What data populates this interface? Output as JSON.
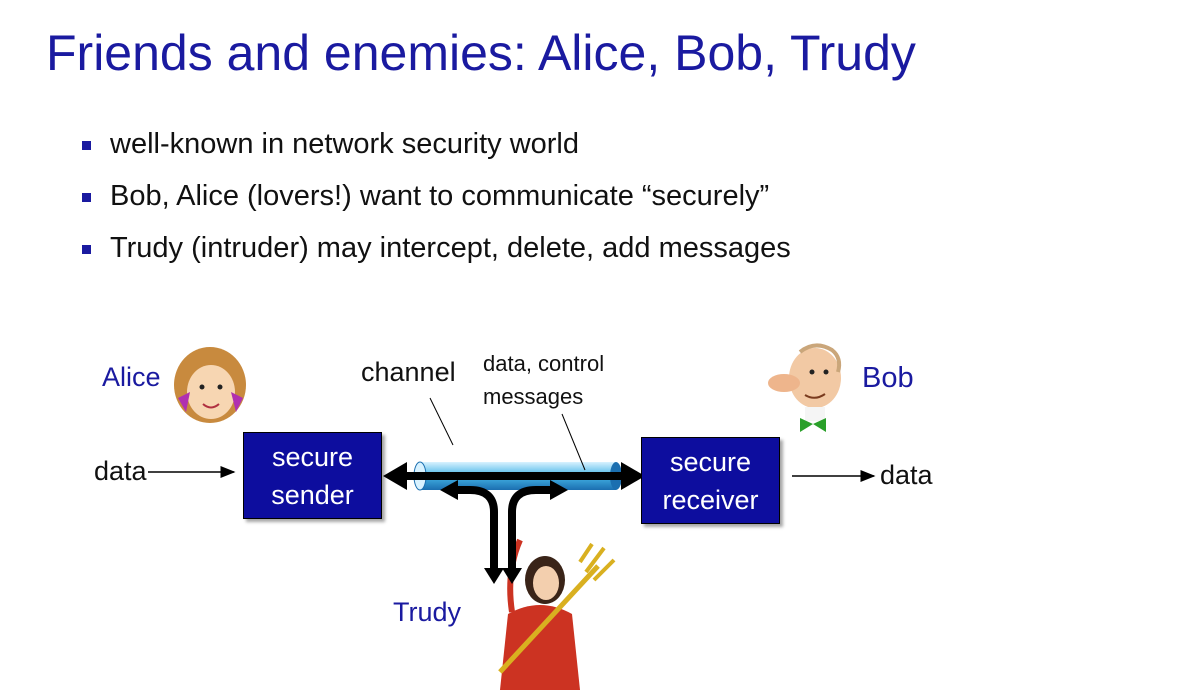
{
  "title": "Friends and enemies: Alice, Bob, Trudy",
  "bullets": [
    "well-known in network security world",
    "Bob, Alice (lovers!) want to communicate “securely”",
    "Trudy (intruder) may intercept, delete, add messages"
  ],
  "diagram": {
    "alice_label": "Alice",
    "bob_label": "Bob",
    "trudy_label": "Trudy",
    "channel_label": "channel",
    "messages_label_line1": "data, control",
    "messages_label_line2": "messages",
    "data_in_label": "data",
    "data_out_label": "data",
    "sender_line1": "secure",
    "sender_line2": "sender",
    "receiver_line1": "secure",
    "receiver_line2": "receiver"
  },
  "colors": {
    "title_blue": "#1a1aa0",
    "box_fill": "#0d0d9e",
    "channel_cyan": "#33aadd"
  }
}
